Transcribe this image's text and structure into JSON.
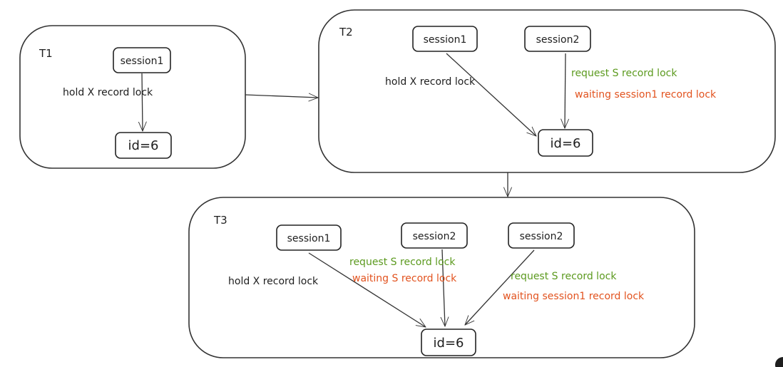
{
  "diagram": {
    "title": "Record lock states over time",
    "colors": {
      "stroke": "#333333",
      "text": "#1e1e1e",
      "request": "#5c9a1f",
      "waiting": "#e2531f"
    },
    "frames": [
      {
        "id": "T1",
        "label": "T1",
        "sessions": [
          {
            "label": "session1"
          }
        ],
        "record": "id=6",
        "annotations": [
          {
            "text": "hold X record lock",
            "color": "black"
          }
        ]
      },
      {
        "id": "T2",
        "label": "T2",
        "sessions": [
          {
            "label": "session1"
          },
          {
            "label": "session2"
          }
        ],
        "record": "id=6",
        "annotations": [
          {
            "text": "hold X record lock",
            "color": "black"
          },
          {
            "text": "request S record lock",
            "color": "green"
          },
          {
            "text": "waiting session1 record lock",
            "color": "orange"
          }
        ]
      },
      {
        "id": "T3",
        "label": "T3",
        "sessions": [
          {
            "label": "session1"
          },
          {
            "label": "session2"
          },
          {
            "label": "session2"
          }
        ],
        "record": "id=6",
        "annotations": [
          {
            "text": "hold X record lock",
            "color": "black"
          },
          {
            "text": "request S record lock",
            "color": "green"
          },
          {
            "text": "waiting S record lock",
            "color": "orange"
          },
          {
            "text": "request S record lock",
            "color": "green"
          },
          {
            "text": "waiting session1 record lock",
            "color": "orange"
          }
        ]
      }
    ],
    "transitions": [
      {
        "from": "T1",
        "to": "T2"
      },
      {
        "from": "T2",
        "to": "T3"
      }
    ]
  }
}
